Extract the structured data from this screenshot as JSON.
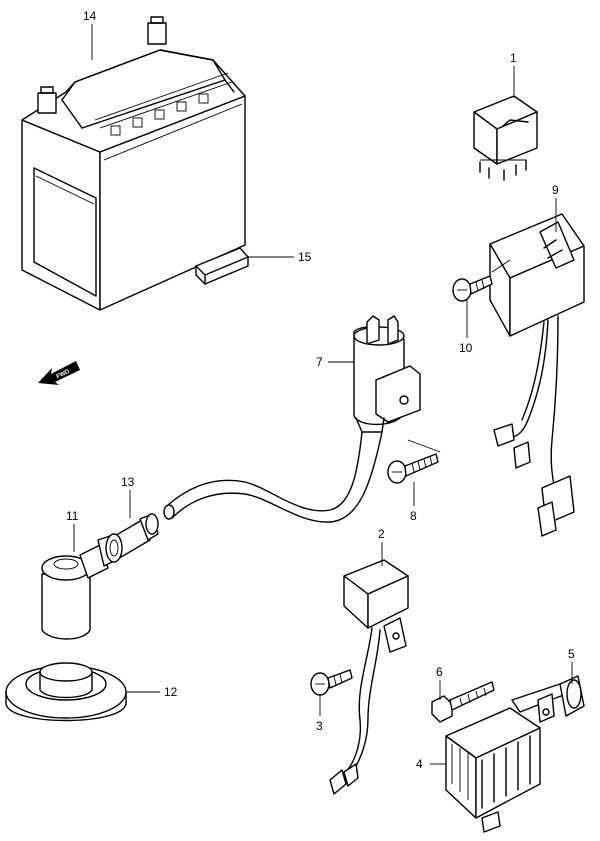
{
  "callouts": {
    "c1": "1",
    "c2": "2",
    "c3": "3",
    "c4": "4",
    "c5": "5",
    "c6": "6",
    "c7": "7",
    "c8": "8",
    "c9": "9",
    "c10": "10",
    "c11": "11",
    "c12": "12",
    "c13": "13",
    "c14": "14",
    "c15": "15"
  },
  "direction_arrow": {
    "label": "FWD",
    "icon": "fwd-arrow-icon"
  }
}
